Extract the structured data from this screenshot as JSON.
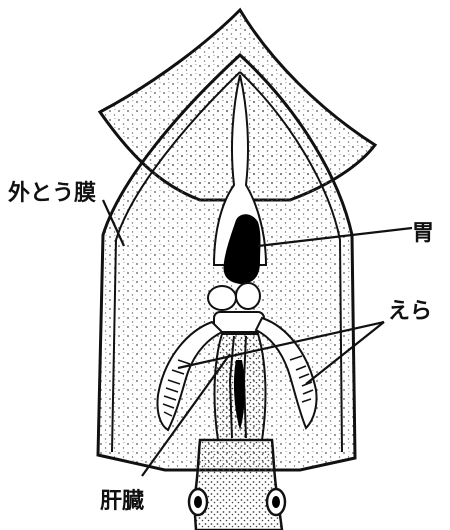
{
  "labels": {
    "mantle": "外とう膜",
    "stomach": "胃",
    "gills": "えら",
    "liver": "肝臓"
  },
  "colors": {
    "ink": "#111111",
    "paper": "#ffffff",
    "stipple": "#555555",
    "organ": "#000000"
  }
}
